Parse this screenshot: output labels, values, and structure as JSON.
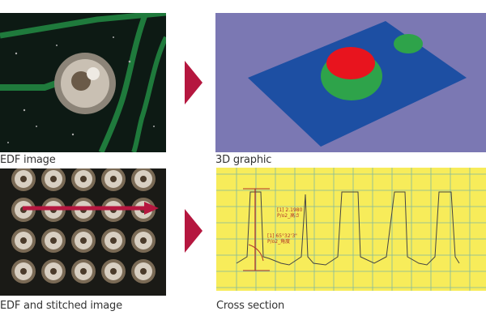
{
  "panels": [
    {
      "label": "EDF image"
    },
    {
      "label": "3D graphic"
    },
    {
      "label": "EDF and stitched image"
    },
    {
      "label": "Cross section"
    }
  ],
  "colors": {
    "arrow": "#b5173f",
    "pcb": "#0d1a14",
    "trace": "#1f7a3c",
    "background_3d": "#7b78b3",
    "plane": "#1d4fa3",
    "peak": "#e8141e",
    "mid": "#2ea34a",
    "grid_bg": "#f7ec5a",
    "grid_line": "#7fb8a0",
    "profile": "#444444",
    "annotation": "#b0352a"
  },
  "annotations": {
    "height_measure": "[1] 2.1980",
    "height_name": "P/o2_高さ",
    "angle_measure": "[1] 65°32'3\"",
    "angle_name": "P/o2_角度"
  }
}
